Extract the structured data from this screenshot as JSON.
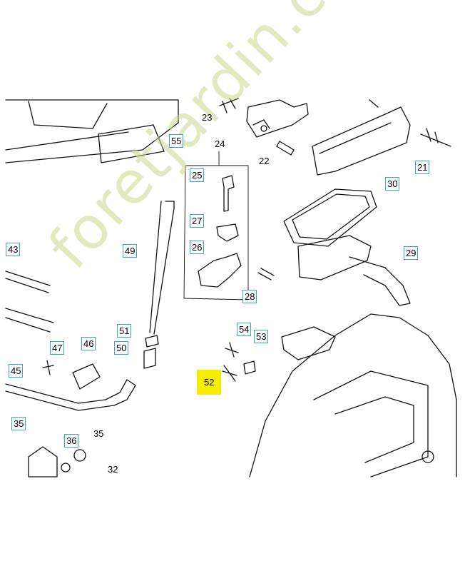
{
  "watermark": "foretjardin.com",
  "highlight_color": "#f5ee00",
  "label_border_color": "#3aa8c8",
  "labels": {
    "p23": "23",
    "p55": "55",
    "p24": "24",
    "p25": "25",
    "p22": "22",
    "p21": "21",
    "p30": "30",
    "p27": "27",
    "p26": "26",
    "p29": "29",
    "p43": "43",
    "p49": "49",
    "p28": "28",
    "p51": "51",
    "p54": "54",
    "p53": "53",
    "p47": "47",
    "p46": "46",
    "p50": "50",
    "p45": "45",
    "p52": "52",
    "p35a": "35",
    "p36": "36",
    "p35b": "35",
    "p32": "32"
  }
}
